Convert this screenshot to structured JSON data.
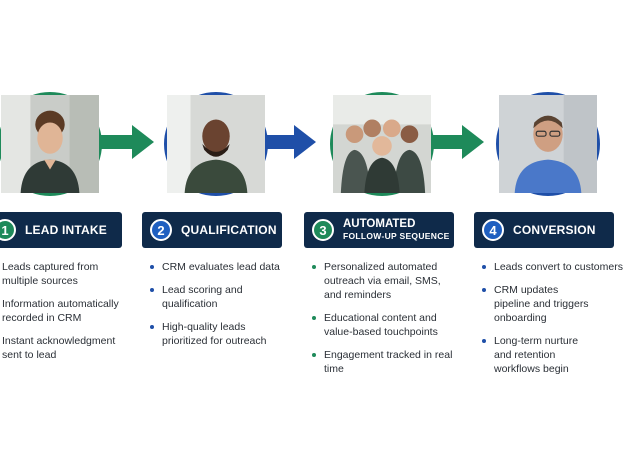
{
  "steps": [
    {
      "number": "1",
      "title": "LEAD INTAKE",
      "bullets": [
        "Leads captured from multiple sources",
        "Information automatically recorded in CRM",
        "Instant acknowledgment sent to lead"
      ]
    },
    {
      "number": "2",
      "title": "QUALIFICATION",
      "bullets": [
        "CRM evaluates lead data",
        "Lead scoring and qualification",
        "High-quality leads prioritized for outreach"
      ]
    },
    {
      "number": "3",
      "title_line1": "AUTOMATED",
      "title_line2": "FOLLOW-UP SEQUENCE",
      "bullets": [
        "Personalized automated outreach via email, SMS, and reminders",
        "Educational content and value-based touchpoints",
        "Engagement tracked in real time"
      ]
    },
    {
      "number": "4",
      "title": "CONVERSION",
      "bullets": [
        "Leads convert to customers",
        "CRM updates pipeline and triggers onboarding",
        "Long-term nurture and retention workflows begin"
      ]
    }
  ],
  "colors": {
    "green": "#1e8a5a",
    "blue": "#1f4fa8",
    "navy": "#0f2a4a"
  },
  "icons": [
    "arrow-right-icon"
  ]
}
